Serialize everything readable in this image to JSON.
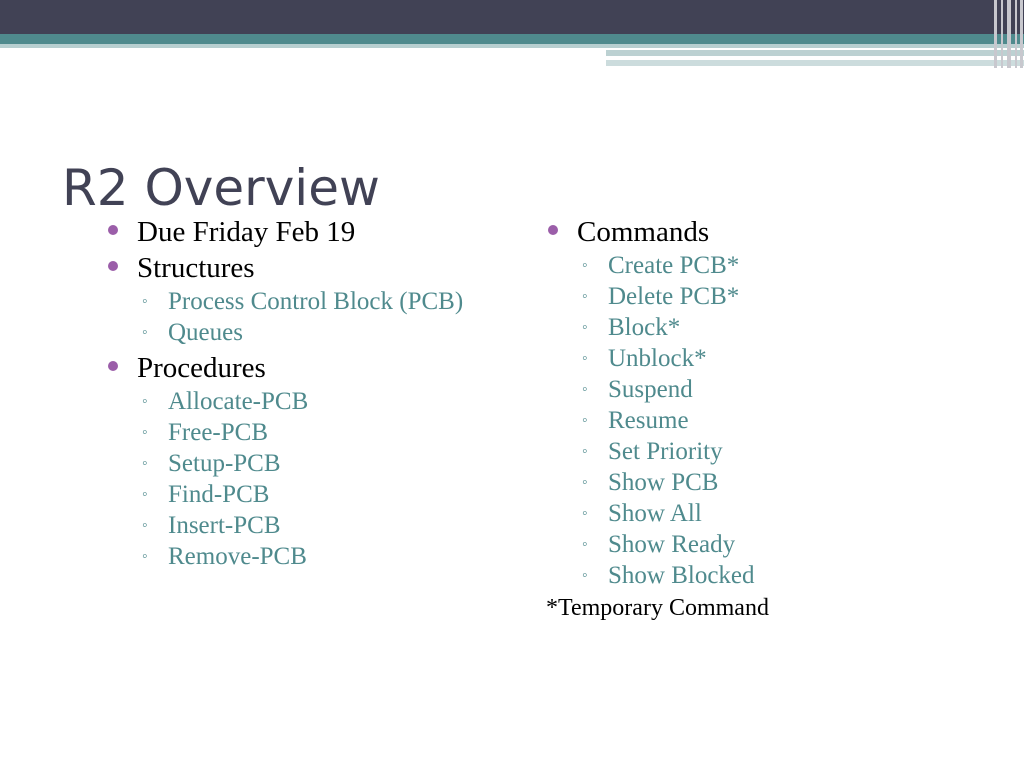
{
  "slide": {
    "title": "R2 Overview",
    "left_column": [
      {
        "label": "Due Friday Feb 19",
        "children": []
      },
      {
        "label": "Structures",
        "children": [
          "Process Control Block (PCB)",
          "Queues"
        ]
      },
      {
        "label": "Procedures",
        "children": [
          "Allocate-PCB",
          "Free-PCB",
          "Setup-PCB",
          "Find-PCB",
          "Insert-PCB",
          "Remove-PCB"
        ]
      }
    ],
    "right_column": {
      "label": "Commands",
      "children": [
        "Create PCB*",
        "Delete PCB*",
        "Block*",
        "Unblock*",
        "Suspend",
        "Resume",
        "Set Priority",
        "Show PCB",
        "Show All",
        "Show Ready",
        "Show Blocked"
      ]
    },
    "footnote": "*Temporary Command",
    "sub_bullet_glyph": "◦",
    "colors": {
      "title": "#414255",
      "accent_teal": "#4f8a8d",
      "bullet_purple": "#9b5ea9",
      "header_dark": "#414255"
    }
  }
}
